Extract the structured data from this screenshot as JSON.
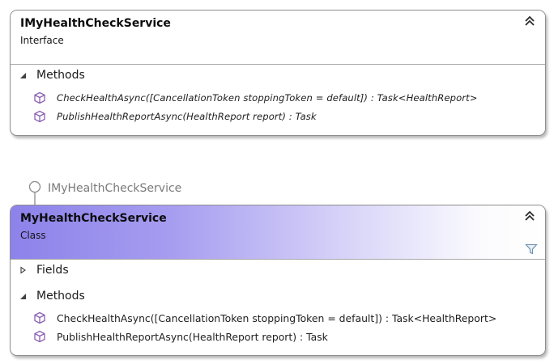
{
  "interface_shape": {
    "name": "IMyHealthCheckService",
    "stereotype": "Interface",
    "collapse_icon": "chevron-up-double-icon",
    "methods_section": {
      "label": "Methods",
      "expanded": true
    },
    "methods": [
      {
        "icon": "method-cube-icon",
        "signature": "CheckHealthAsync([CancellationToken  stoppingToken  =  default])  :  Task<HealthReport>"
      },
      {
        "icon": "method-cube-icon",
        "signature": "PublishHealthReportAsync(HealthReport  report)  :  Task"
      }
    ]
  },
  "lollipop": {
    "label": "IMyHealthCheckService",
    "icon": "interface-lollipop-icon"
  },
  "class_shape": {
    "name": "MyHealthCheckService",
    "stereotype": "Class",
    "collapse_icon": "chevron-up-double-icon",
    "filter_icon": "filter-icon",
    "header_gradient": [
      "#8c82ea",
      "#ffffff"
    ],
    "fields_section": {
      "label": "Fields",
      "expanded": false
    },
    "methods_section": {
      "label": "Methods",
      "expanded": true
    },
    "methods": [
      {
        "icon": "method-cube-icon",
        "signature": "CheckHealthAsync([CancellationToken stoppingToken = default]) : Task<HealthReport>"
      },
      {
        "icon": "method-cube-icon",
        "signature": "PublishHealthReportAsync(HealthReport report) : Task"
      }
    ]
  },
  "colors": {
    "method_icon": "#8b5fb0",
    "border": "#8e8e8e",
    "lollipop_gray": "#8a8a8a"
  }
}
